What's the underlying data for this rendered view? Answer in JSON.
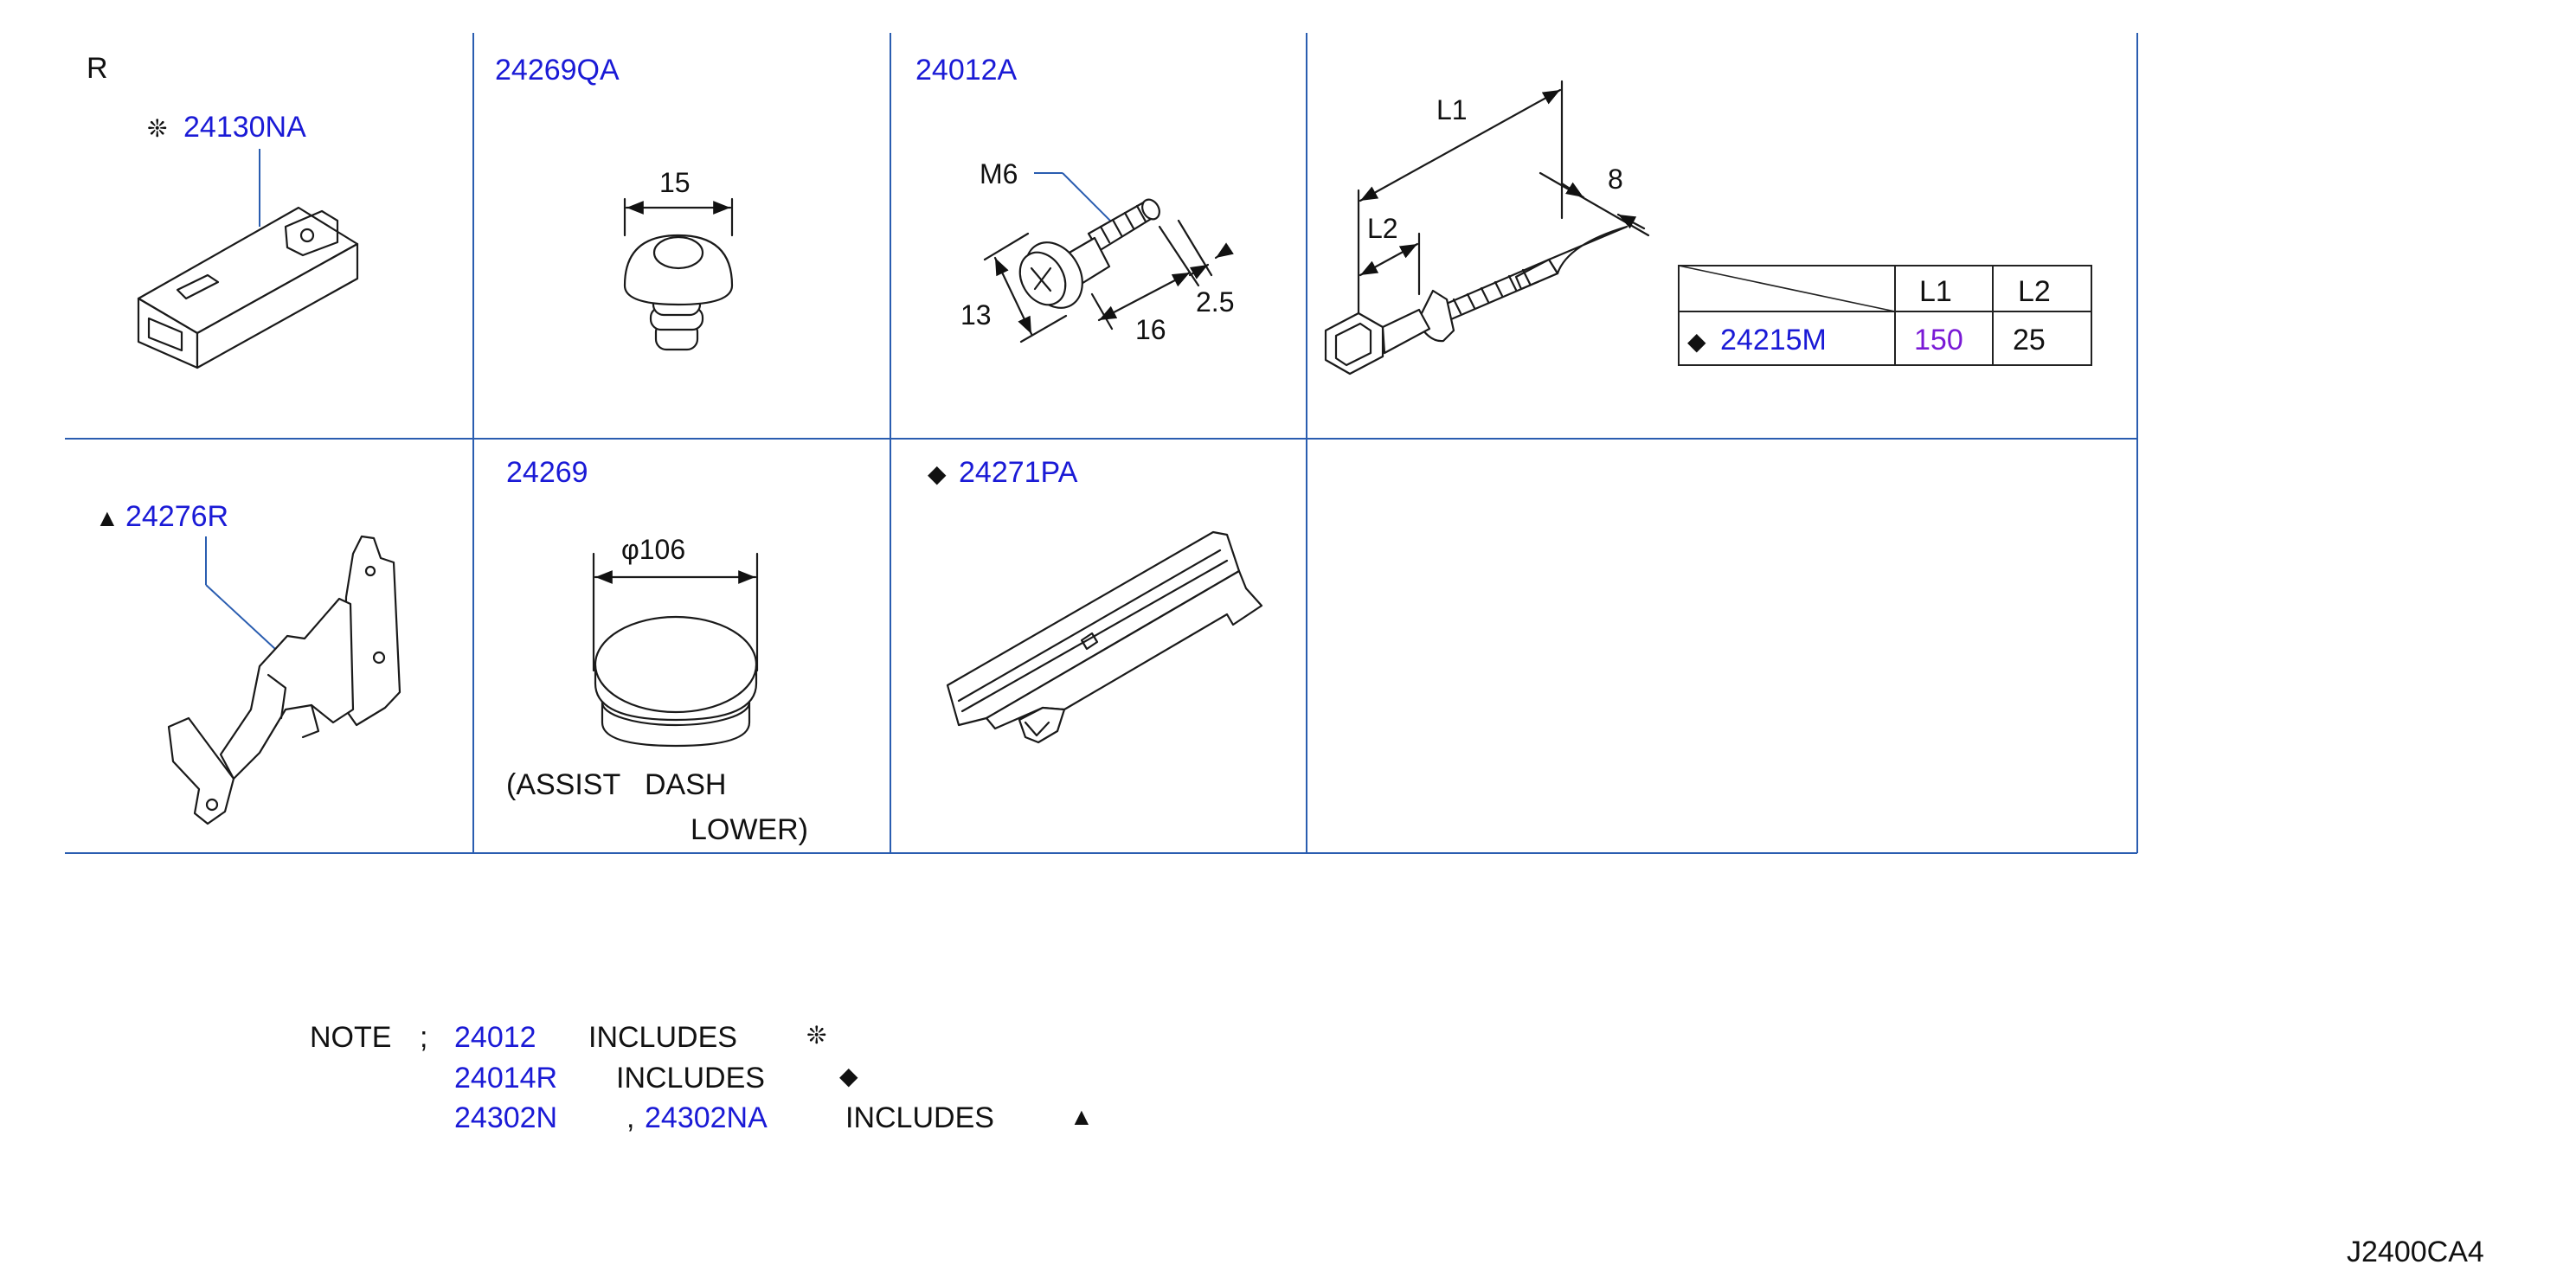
{
  "diagram": {
    "cells": {
      "c1": {
        "region_mark": "R",
        "part": "24130NA",
        "symbol": "❊"
      },
      "c2": {
        "part": "24269QA",
        "dim": "15"
      },
      "c3": {
        "part": "24012A",
        "thread": "M6",
        "dims": {
          "d13": "13",
          "d16": "16",
          "d25": "2.5"
        }
      },
      "c4": {
        "dims": {
          "l1": "L1",
          "l2": "L2",
          "w": "8"
        },
        "table": {
          "headers": [
            "L1",
            "L2"
          ],
          "row": {
            "symbol": "◆",
            "part": "24215M",
            "l1": "150",
            "l2": "25"
          }
        }
      },
      "c5": {
        "symbol": "▲",
        "part": "24276R"
      },
      "c6": {
        "part": "24269",
        "dim": "φ106",
        "caption1": "(ASSIST   DASH",
        "caption2": "LOWER)"
      },
      "c7": {
        "symbol": "◆",
        "part": "24271PA"
      }
    },
    "notes": {
      "label": "NOTE",
      "separator": ";",
      "lines": [
        {
          "parts": [
            "24012"
          ],
          "includes": "INCLUDES",
          "symbol": "❊"
        },
        {
          "parts": [
            "24014R"
          ],
          "includes": "INCLUDES",
          "symbol": "◆"
        },
        {
          "parts": [
            "24302N",
            "24302NA"
          ],
          "comma": ",",
          "includes": "INCLUDES",
          "symbol": "▲"
        }
      ]
    },
    "diagram_code": "J2400CA4"
  },
  "colors": {
    "part_number": "#1a1ad6",
    "grid": "#2a5db0",
    "highlight": "#7a1ad6",
    "ink": "#111111"
  }
}
